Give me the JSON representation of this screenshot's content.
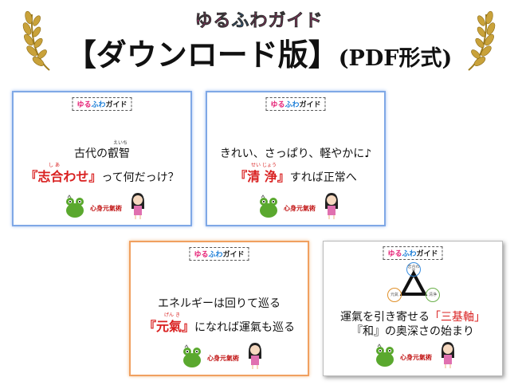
{
  "header": {
    "brand": [
      "ゆ",
      "る",
      "ふ",
      "わ",
      "ガイド"
    ],
    "brand_colors": [
      "#ec2d8a",
      "#ec2d8a",
      "#1e86e0",
      "#ec2d8a",
      "#ec2d8a"
    ],
    "title_main": "【ダウンロード版】",
    "title_sub": "(PDF形式)",
    "laurel_color": "#c9a23a"
  },
  "badge": {
    "yuru": "ゆる",
    "fuwa": "ふわ",
    "guide": "ガイド"
  },
  "cards": [
    {
      "line1": "古代の叡智",
      "line1_furigana": "えいち",
      "line2_highlight": "『志合わせ』",
      "line2_furigana": "し あ",
      "line2_rest": "って何だっけ？"
    },
    {
      "line1": "きれい、さっぱり、軽やかに♪",
      "line2_highlight": "『清 浄』",
      "line2_furigana": "せい じょう",
      "line2_rest": "すれば正常へ"
    },
    {
      "line1": "エネルギーは回りて巡る",
      "line2_highlight": "『元氣』",
      "line2_furigana": "げん き",
      "line2_rest": "になれば運氣も巡る"
    },
    {
      "line1_pre": "運氣を引き寄せる",
      "line1_highlight": "「三基軸」",
      "line2": "『和』の奥深さの始まり",
      "nodes": [
        "志合わせ",
        "元氣",
        "清浄"
      ]
    }
  ],
  "signature": "心身元氣術"
}
